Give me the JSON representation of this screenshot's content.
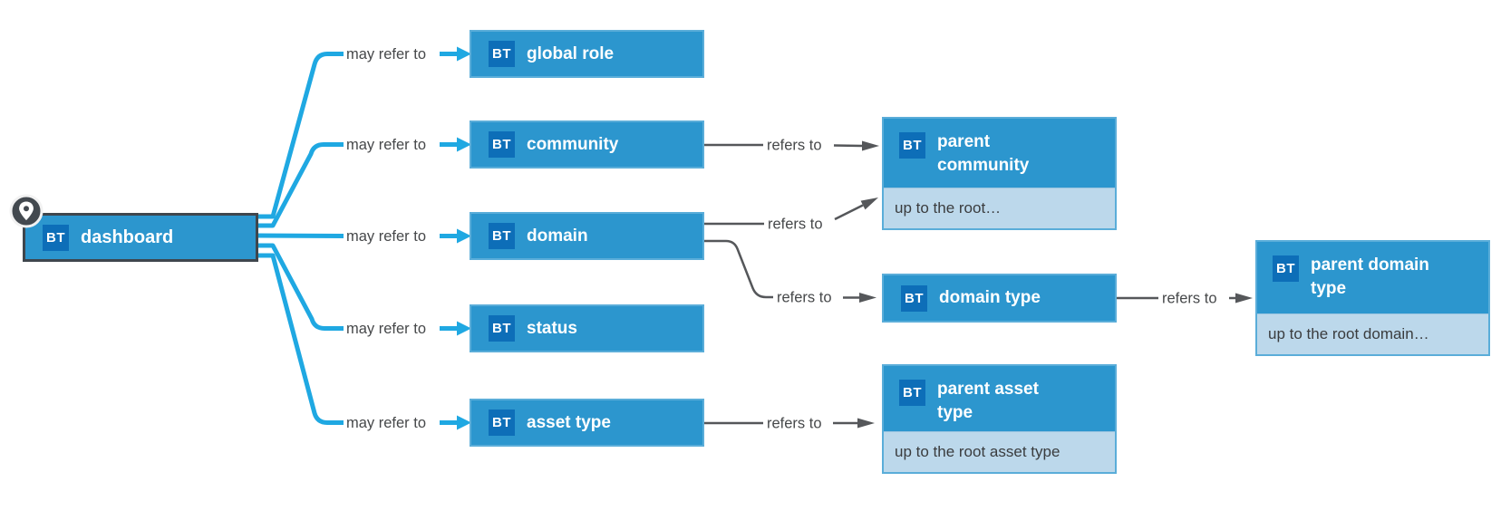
{
  "badge": "BT",
  "root_node": {
    "label": "dashboard"
  },
  "edge_labels": {
    "may_refer_to": "may refer to",
    "refers_to": "refers to"
  },
  "middle_nodes": [
    {
      "label": "global role"
    },
    {
      "label": "community"
    },
    {
      "label": "domain"
    },
    {
      "label": "status"
    },
    {
      "label": "asset type"
    }
  ],
  "related_nodes": {
    "parent_community": {
      "title": "parent community",
      "note": "up to the root…"
    },
    "domain_type": {
      "title": "domain type"
    },
    "parent_asset_type": {
      "title": "parent asset type",
      "note": "up to the root asset type"
    },
    "parent_domain_type": {
      "title": "parent domain type",
      "note": "up to the root domain…"
    }
  },
  "colors": {
    "node_fill": "#2c96ce",
    "node_border": "#5aadd9",
    "badge_fill": "#0d6eb8",
    "note_fill": "#bcd8eb",
    "may_refer_edge": "#1fa8e2",
    "refers_edge": "#55575a",
    "root_border": "#3f464d",
    "label_text": "#46484a"
  }
}
